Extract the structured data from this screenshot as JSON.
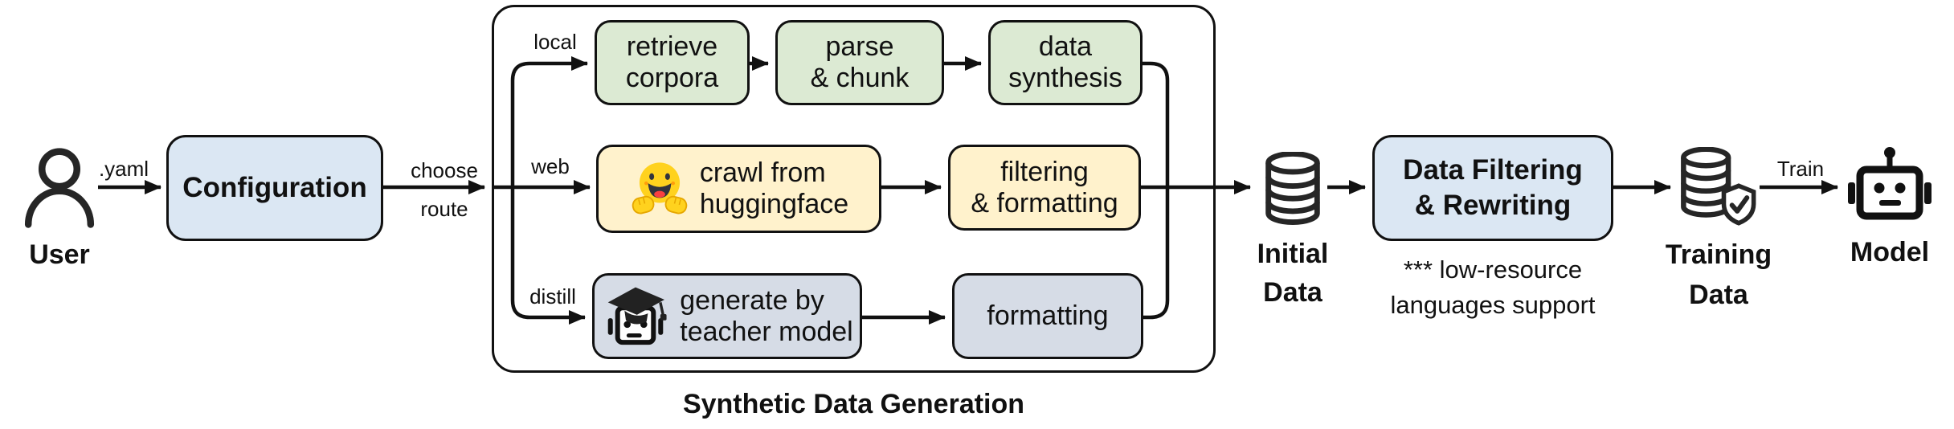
{
  "colors": {
    "box_blue": "#dbe7f3",
    "box_green": "#dcead3",
    "box_yellow": "#fff2cc",
    "box_gray": "#d6dce6",
    "line": "#111111",
    "hf_yellow": "#ffd21e"
  },
  "nodes": {
    "user": {
      "label": "User"
    },
    "configuration": {
      "label": "Configuration"
    },
    "retrieve_corpora": {
      "line1": "retrieve",
      "line2": "corpora"
    },
    "parse_chunk": {
      "line1": "parse",
      "line2": "& chunk"
    },
    "data_synthesis": {
      "line1": "data",
      "line2": "synthesis"
    },
    "crawl_huggingface": {
      "line1": "crawl from",
      "line2": "huggingface"
    },
    "filtering_formatting": {
      "line1": "filtering",
      "line2": "& formatting"
    },
    "generate_teacher": {
      "line1": "generate by",
      "line2": "teacher model"
    },
    "formatting": {
      "label": "formatting"
    },
    "initial_data": {
      "line1": "Initial",
      "line2": "Data"
    },
    "data_filtering_rewriting": {
      "line1": "Data Filtering",
      "line2": "& Rewriting"
    },
    "training_data": {
      "line1": "Training",
      "line2": "Data"
    },
    "model": {
      "label": "Model"
    }
  },
  "edges": {
    "yaml": ".yaml",
    "choose": "choose",
    "route": "route",
    "local": "local",
    "web": "web",
    "distill": "distill",
    "train": "Train"
  },
  "container": {
    "caption": "Synthetic Data Generation"
  },
  "note": {
    "line1": "*** low-resource",
    "line2": "languages support"
  }
}
